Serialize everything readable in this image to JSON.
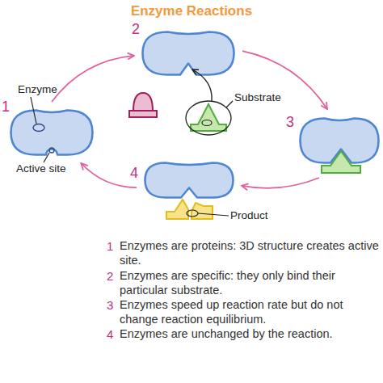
{
  "diagram": {
    "title": "Enzyme Reactions",
    "nodes": [
      {
        "text": [
          "1"
        ]
      },
      {
        "text": [
          "2"
        ]
      },
      {
        "text": [
          "3"
        ]
      },
      {
        "text": [
          "4"
        ]
      }
    ],
    "edges": [
      {
        "from": 0,
        "to": 1,
        "arrow": "to"
      },
      {
        "from": 1,
        "to": 2,
        "arrow": "to"
      },
      {
        "from": 2,
        "to": 3,
        "arrow": "to"
      },
      {
        "from": 3,
        "to": 0,
        "arrow": "to"
      }
    ],
    "labels": [
      "Enzyme",
      "Active site",
      "Substrate",
      "Product",
      "1",
      "Enzymes are proteins: 3D structure creates active site.",
      "2",
      "Enzymes are specific: they only bind their particular substrate.",
      "3",
      "Enzymes speed up reaction rate but do not change reaction equilibrium.",
      "4",
      "Enzymes are unchanged by the reaction."
    ]
  }
}
